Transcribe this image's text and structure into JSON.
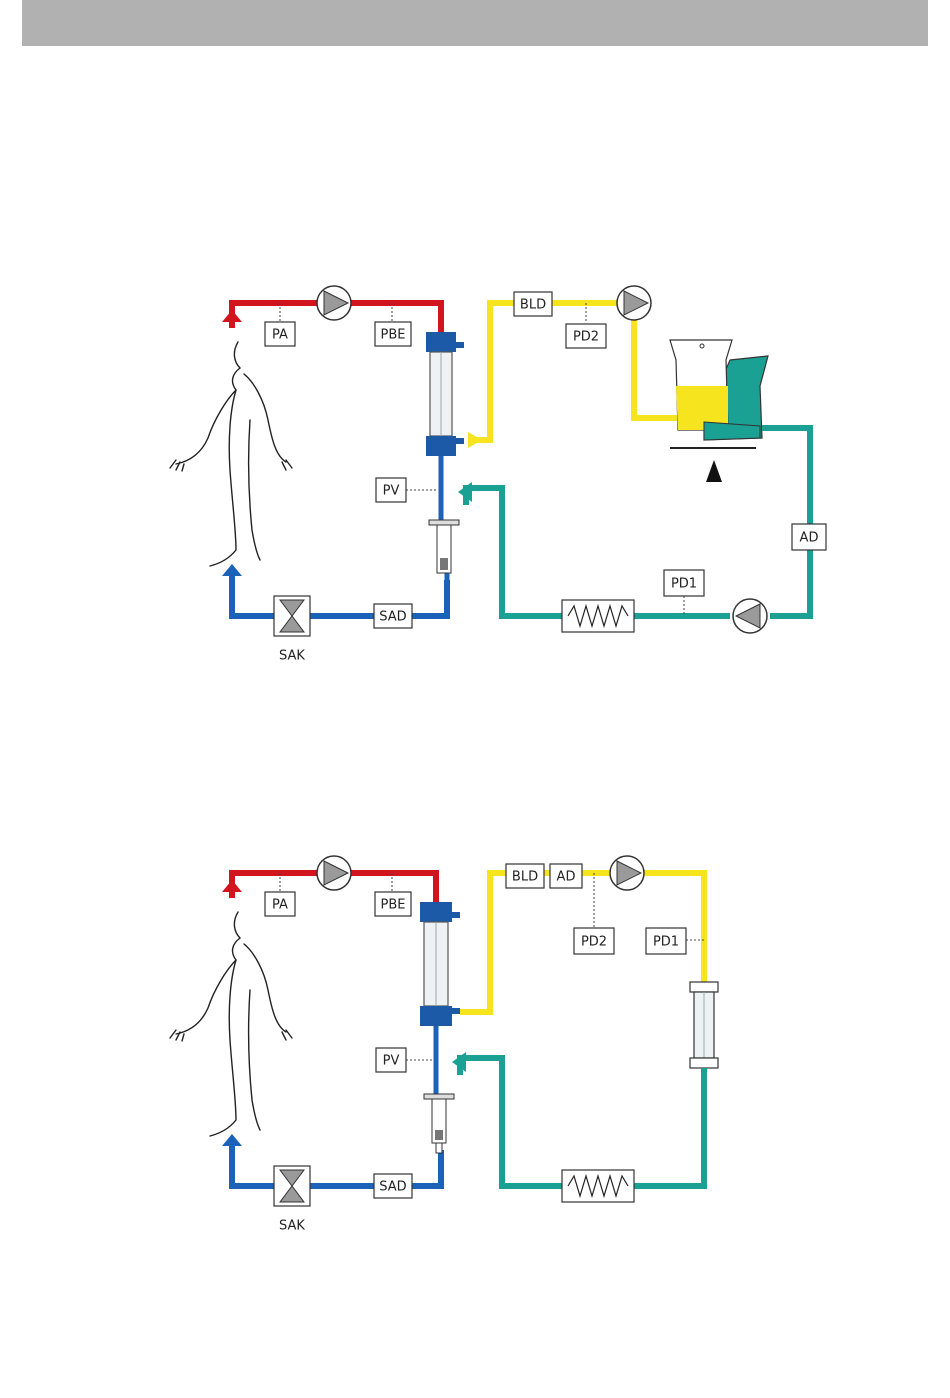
{
  "colors": {
    "arterial": "#d2141e",
    "venous": "#1c62b8",
    "effluent": "#f5e41e",
    "dialysate": "#1ba194",
    "filter": "#1c5aa8",
    "header": "#b1b1b1"
  },
  "icons": [
    "pump-icon",
    "clamp-valve-icon",
    "heater-icon",
    "filter-icon",
    "bag-icon",
    "scale-icon",
    "patient-figure-icon"
  ],
  "diagram1": {
    "labels": {
      "pa": "PA",
      "pbe": "PBE",
      "pv": "PV",
      "sad": "SAD",
      "sak": "SAK",
      "bld": "BLD",
      "pd2": "PD2",
      "pd1": "PD1",
      "ad": "AD"
    }
  },
  "diagram2": {
    "labels": {
      "pa": "PA",
      "pbe": "PBE",
      "pv": "PV",
      "sad": "SAD",
      "sak": "SAK",
      "bld": "BLD",
      "ad": "AD",
      "pd2": "PD2",
      "pd1": "PD1"
    }
  }
}
